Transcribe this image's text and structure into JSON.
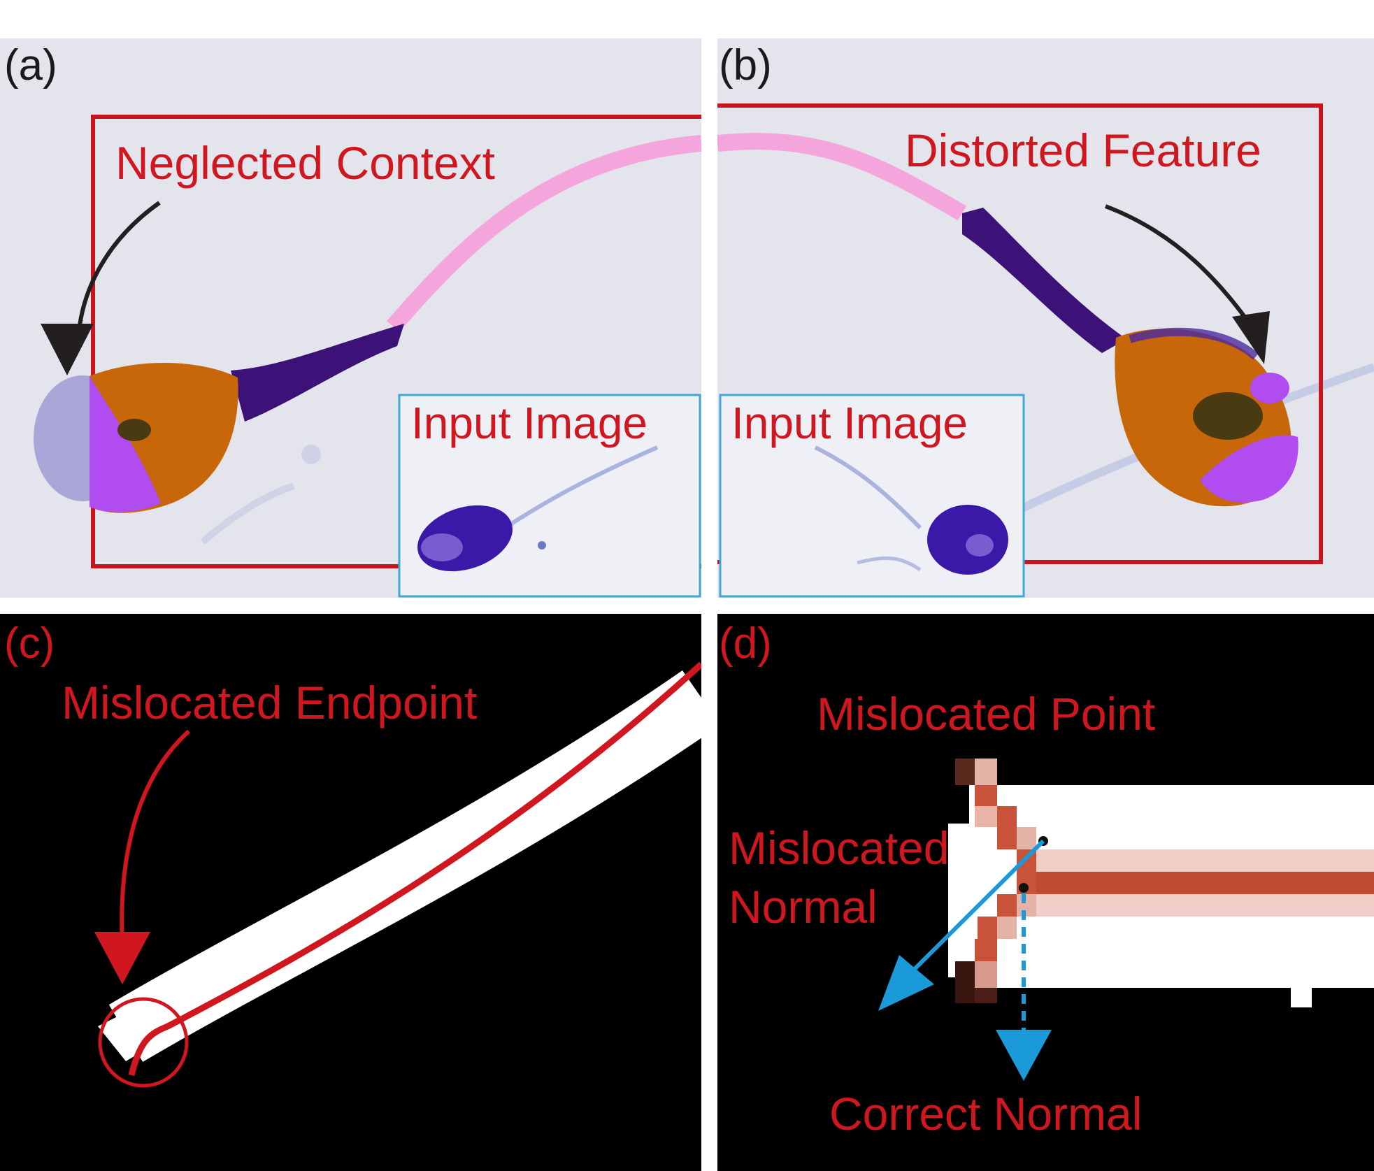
{
  "panels": {
    "a": {
      "label": "(a)",
      "annotation": "Neglected Context",
      "inset_label": "Input Image"
    },
    "b": {
      "label": "(b)",
      "annotation": "Distorted Feature",
      "inset_label": "Input Image"
    },
    "c": {
      "label": "(c)",
      "annotation": "Mislocated Endpoint"
    },
    "d": {
      "label": "(d)",
      "annotation_point": "Mislocated Point",
      "annotation_normal_line1": "Mislocated",
      "annotation_normal_line2": "Normal",
      "annotation_correct": "Correct Normal"
    }
  },
  "colors": {
    "annotation_red": "#d0161e",
    "inset_border_blue": "#3fa9d6",
    "normal_arrow_blue": "#1a9ad8",
    "head_orange": "#c8660a",
    "acrosome_violet": "#b04cf0",
    "midpiece_purple": "#3d1278",
    "tail_pink": "#f4a6dc",
    "panel_bg_light": "#e4e4ec",
    "panel_bg_dark": "#000000"
  }
}
